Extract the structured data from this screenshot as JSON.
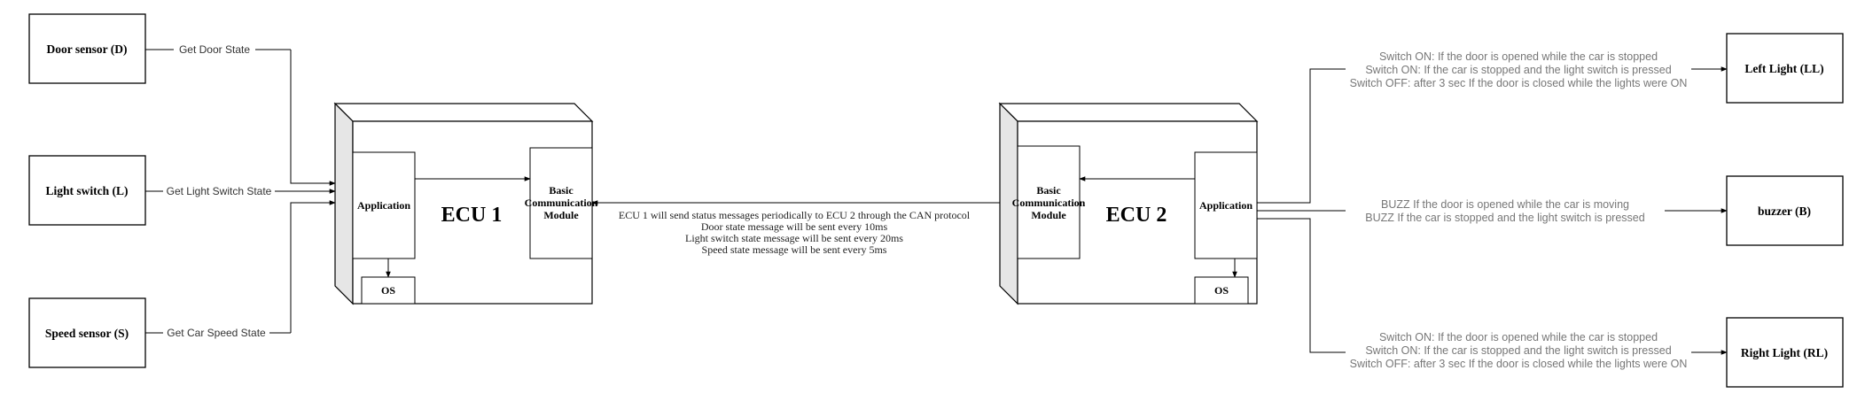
{
  "sensors": {
    "door": "Door sensor (D)",
    "light_switch": "Light switch (L)",
    "speed": "Speed sensor (S)"
  },
  "sensor_edges": {
    "door": "Get Door State",
    "light_switch": "Get Light Switch State",
    "speed": "Get Car Speed State"
  },
  "ecu1": {
    "title": "ECU 1",
    "application": "Application",
    "comm_module": [
      "Basic",
      "Communication",
      "Module"
    ],
    "os": "OS"
  },
  "ecu2": {
    "title": "ECU 2",
    "application": "Application",
    "comm_module": [
      "Basic",
      "Communication",
      "Module"
    ],
    "os": "OS"
  },
  "can_link": [
    "ECU 1 will send status messages periodically to ECU 2 through the CAN protocol",
    "Door state message will be sent every 10ms",
    "Light switch state message will be sent every 20ms",
    "Speed state message will be sent every 5ms"
  ],
  "actuators": {
    "left_light": "Left Light (LL)",
    "buzzer": "buzzer (B)",
    "right_light": "Right Light (RL)"
  },
  "actuator_edges": {
    "left_light": [
      "Switch ON: If the door is opened while the car is stopped",
      "Switch ON: If the car is stopped and the light switch is pressed",
      "Switch OFF: after 3 sec If the door is closed while the lights were ON"
    ],
    "buzzer": [
      "BUZZ If the door is opened while the car is moving",
      "BUZZ If the car is stopped and the light switch is pressed"
    ],
    "right_light": [
      "Switch ON: If the door is opened while the car is stopped",
      "Switch ON: If the car is stopped and the light switch is pressed",
      "Switch OFF: after 3 sec If the door is closed while the lights were ON"
    ]
  }
}
